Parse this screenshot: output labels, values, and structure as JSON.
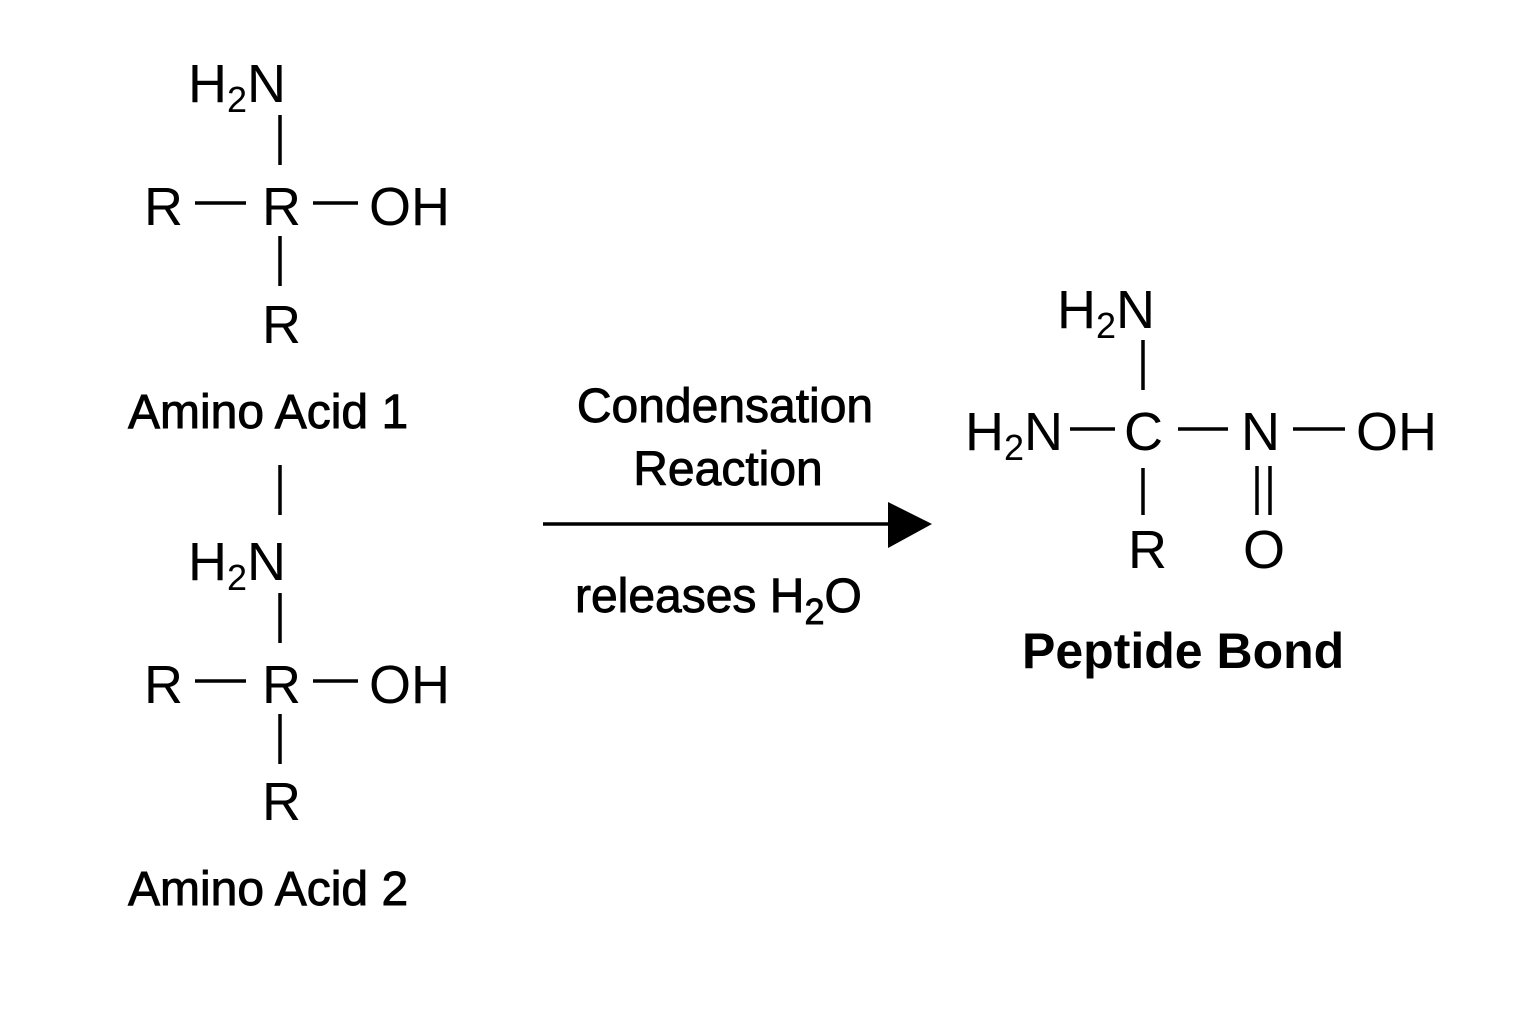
{
  "amino_acid_1": {
    "amine_h": "H",
    "amine_sub": "2",
    "amine_n": "N",
    "left_group": "R",
    "center_atom": "R",
    "right_group": "OH",
    "bottom_group": "R",
    "label": "Amino Acid 1"
  },
  "amino_acid_2": {
    "amine_h": "H",
    "amine_sub": "2",
    "amine_n": "N",
    "left_group": "R",
    "center_atom": "R",
    "right_group": "OH",
    "bottom_group": "R",
    "label": "Amino Acid 2"
  },
  "reaction": {
    "line1": "Condensation",
    "line2": "Reaction",
    "byproduct_prefix": "releases H",
    "byproduct_sub": "2",
    "byproduct_suffix": "O"
  },
  "product": {
    "top_h": "H",
    "top_sub": "2",
    "top_n": "N",
    "left_h": "H",
    "left_sub": "2",
    "left_n": "N",
    "center_atom": "C",
    "nitrogen": "N",
    "right_group": "OH",
    "below_carbon": "R",
    "below_nitrogen": "O",
    "label": "Peptide Bond"
  }
}
